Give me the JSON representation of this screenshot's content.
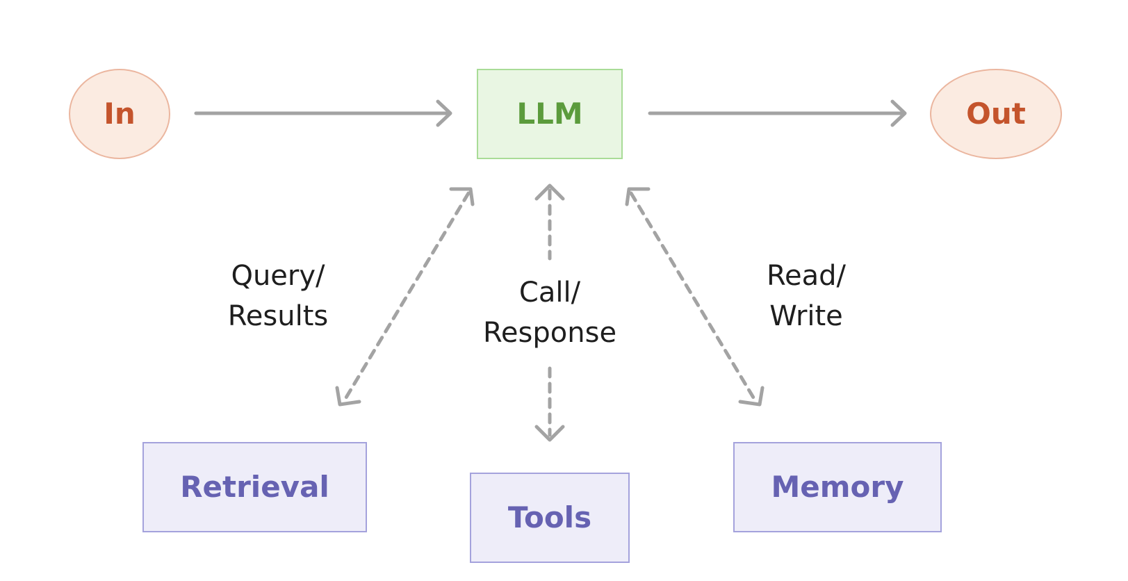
{
  "nodes": {
    "input": "In",
    "llm": "LLM",
    "output": "Out",
    "retrieval": "Retrieval",
    "tools": "Tools",
    "memory": "Memory"
  },
  "edge_labels": {
    "retrieval": {
      "line1": "Query/",
      "line2": "Results"
    },
    "tools": {
      "line1": "Call/",
      "line2": "Response"
    },
    "memory": {
      "line1": "Read/",
      "line2": "Write"
    }
  },
  "colors": {
    "io_fill": "#fbebe1",
    "io_border": "#ebb69f",
    "io_text": "#c4542c",
    "llm_fill": "#e9f6e3",
    "llm_border": "#a9dc97",
    "llm_text": "#5b9b3c",
    "aux_fill": "#eeedf9",
    "aux_border": "#a4a2dc",
    "aux_text": "#6662b2",
    "arrow": "#a3a3a3"
  }
}
